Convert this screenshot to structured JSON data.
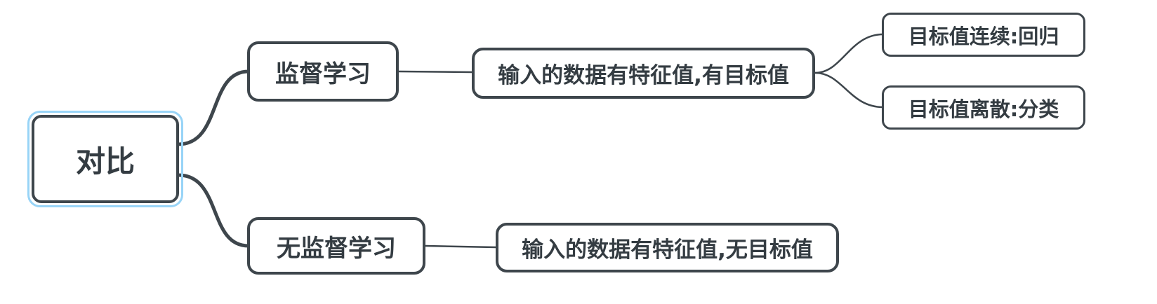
{
  "mindmap": {
    "root": {
      "label": "对比",
      "selected": true
    },
    "nodes": {
      "supervised": {
        "label": "监督学习"
      },
      "supervised_detail": {
        "label": "输入的数据有特征值,有目标值"
      },
      "regression": {
        "label": "目标值连续:回归"
      },
      "classification": {
        "label": "目标值离散:分类"
      },
      "unsupervised": {
        "label": "无监督学习"
      },
      "unsupervised_detail": {
        "label": "输入的数据有特征值,无目标值"
      }
    },
    "colors": {
      "node_border": "#3e464c",
      "node_text": "#343c42",
      "connector": "#3e464c",
      "selection_outline": "#98d4f7",
      "background": "#ffffff"
    }
  }
}
